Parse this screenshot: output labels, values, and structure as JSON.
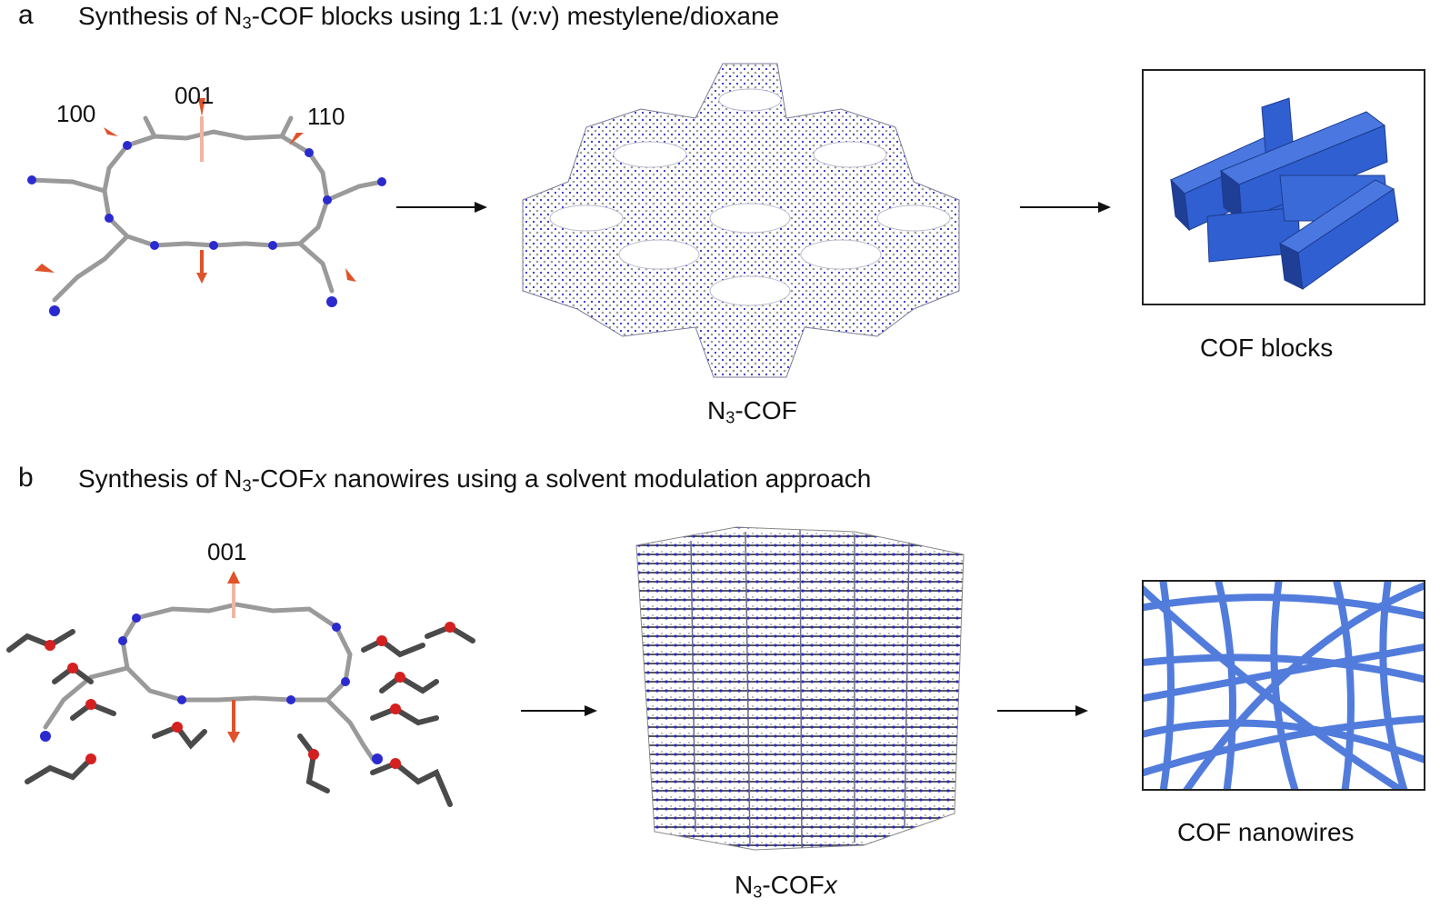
{
  "panel_a": {
    "letter": "a",
    "title_pre": "Synthesis of N",
    "title_sub": "3",
    "title_post": "-COF blocks using 1:1 (v:v) mestylene/dioxane",
    "dir_labels": [
      "100",
      "001",
      "110"
    ],
    "framework_label_pre": "N",
    "framework_label_sub": "3",
    "framework_label_post": "-COF",
    "product_label": "COF blocks"
  },
  "panel_b": {
    "letter": "b",
    "title_pre": "Synthesis of N",
    "title_sub": "3",
    "title_mid": "-COF",
    "title_ital": "x",
    "title_post": " nanowires using a solvent modulation approach",
    "dir_label": "001",
    "framework_label_pre": "N",
    "framework_label_sub": "3",
    "framework_label_mid": "-COF",
    "framework_label_ital": "x",
    "product_label": "COF nanowires"
  },
  "colors": {
    "arrow_dir": "#e0522a",
    "nitrogen": "#2a2acf",
    "carbon": "#9a9a9a",
    "carbon_dark": "#4a4a4a",
    "oxygen": "#d42020",
    "block": "#2f5fd0",
    "wire": "#3566d6"
  }
}
